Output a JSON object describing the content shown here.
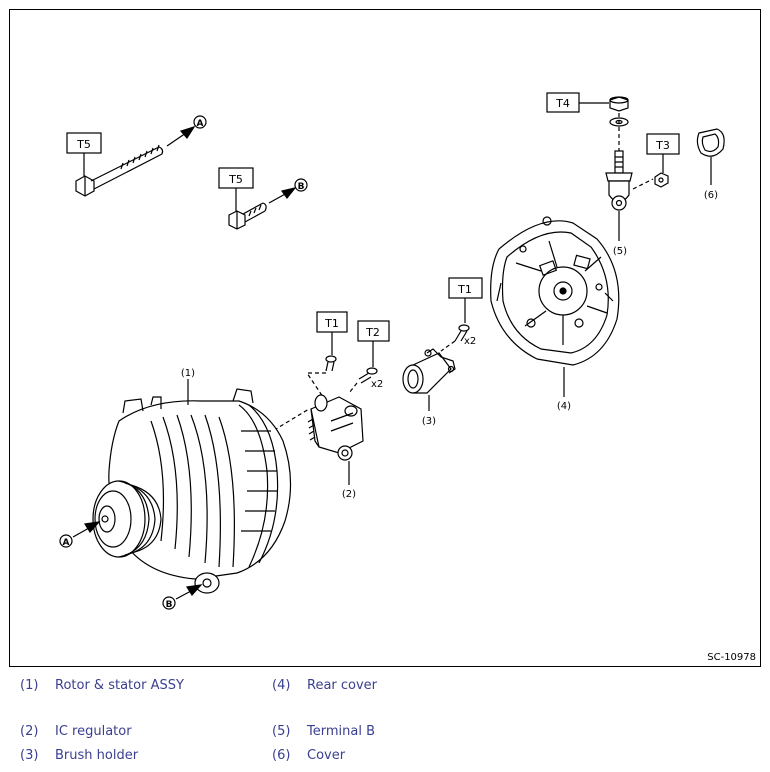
{
  "torque_labels": {
    "t5a": "T5",
    "t5b": "T5",
    "t4": "T4",
    "t3": "T3",
    "t1a": "T1",
    "t2": "T2",
    "t1b": "T1"
  },
  "callouts": {
    "c1": "(1)",
    "c2": "(2)",
    "c3": "(3)",
    "c4": "(4)",
    "c5": "(5)",
    "c6": "(6)"
  },
  "quantities": {
    "t2_qty": "x2",
    "t1b_qty": "x2"
  },
  "points": {
    "a1": "A",
    "a2": "A",
    "b1": "B",
    "b2": "B"
  },
  "figure_id": "SC-10978",
  "legend": [
    {
      "num": "(1)",
      "label": "Rotor & stator ASSY"
    },
    {
      "num": "(4)",
      "label": "Rear cover"
    },
    {
      "num": "(2)",
      "label": "IC regulator"
    },
    {
      "num": "(5)",
      "label": "Terminal B"
    },
    {
      "num": "(3)",
      "label": "Brush holder"
    },
    {
      "num": "(6)",
      "label": "Cover"
    }
  ],
  "colors": {
    "legend_text": "#3a3f8f",
    "line": "#000000"
  }
}
